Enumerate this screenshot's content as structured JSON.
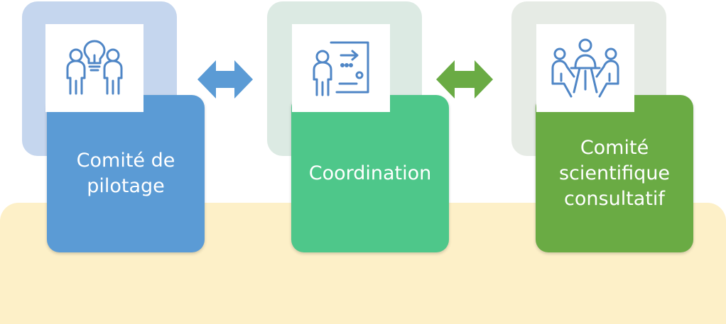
{
  "steps": [
    {
      "label": "Comité de pilotage",
      "icon": "team-idea-icon",
      "color": "#5b9bd5",
      "back_color": "#c5d6ee"
    },
    {
      "label": "Coordination",
      "icon": "presentation-icon",
      "color": "#4ec78a",
      "back_color": "#dceae3"
    },
    {
      "label": "Comité scientifique consultatif",
      "icon": "meeting-table-icon",
      "color": "#6aab44",
      "back_color": "#e6ebe5"
    }
  ],
  "connectors": [
    {
      "icon": "double-arrow-icon",
      "color": "#5b9bd5"
    },
    {
      "icon": "double-arrow-icon",
      "color": "#6aab44"
    }
  ],
  "icon_stroke": "#4f86c6",
  "band_color": "#fdf0c8"
}
